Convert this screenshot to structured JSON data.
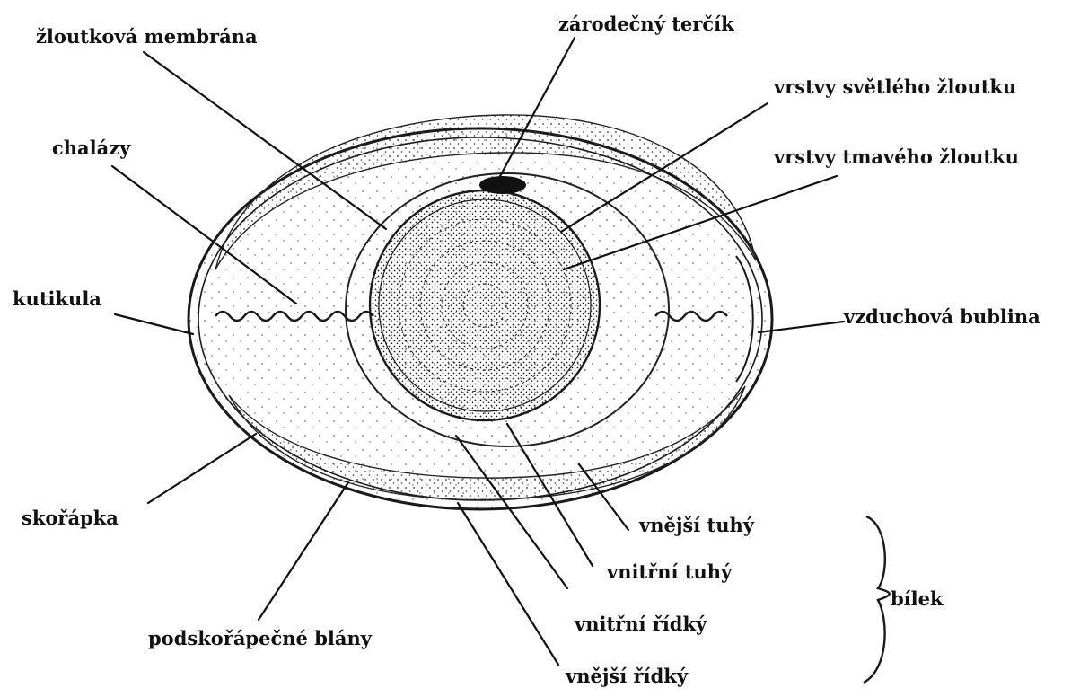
{
  "labels": {
    "zloutkova_membrana": "žloutková membrána",
    "zarodecny_tercik": "zárodečný terčík",
    "vrstvy_svetleho": "vrstvy světlého žloutku",
    "vrstvy_tmaveho": "vrstvy tmavého žloutku",
    "chalazy": "chalázy",
    "kutikula": "kutikula",
    "vzduchova_bublina": "vzduchová bublina",
    "skorapka": "skořápka",
    "vnejsi_tuhy": "vnější tuhý",
    "vnitrni_tuhy": "vnitřní tuhý",
    "vnitrni_ridky": "vnitřní řídký",
    "vnejsi_ridky": "vnější řídký",
    "podskorapecne_blany": "podskořápečné blány",
    "bilek": "bílek"
  }
}
